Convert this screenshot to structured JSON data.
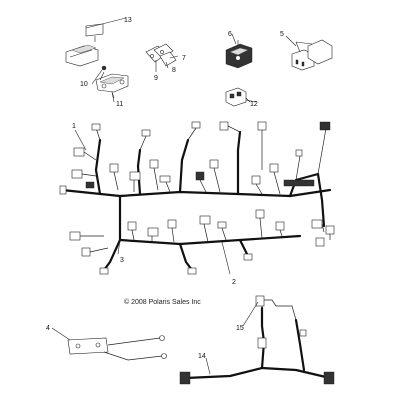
{
  "callouts": [
    {
      "id": "1",
      "label": "1"
    },
    {
      "id": "2",
      "label": "2"
    },
    {
      "id": "3",
      "label": "3"
    },
    {
      "id": "4",
      "label": "4"
    },
    {
      "id": "5",
      "label": "5"
    },
    {
      "id": "6",
      "label": "6"
    },
    {
      "id": "7",
      "label": "7"
    },
    {
      "id": "8",
      "label": "8"
    },
    {
      "id": "9",
      "label": "9"
    },
    {
      "id": "10",
      "label": "10"
    },
    {
      "id": "11",
      "label": "11"
    },
    {
      "id": "12",
      "label": "12"
    },
    {
      "id": "13",
      "label": "13"
    },
    {
      "id": "14",
      "label": "14"
    },
    {
      "id": "15",
      "label": "15"
    }
  ],
  "copyright": "© 2008 Polaris Sales Inc"
}
